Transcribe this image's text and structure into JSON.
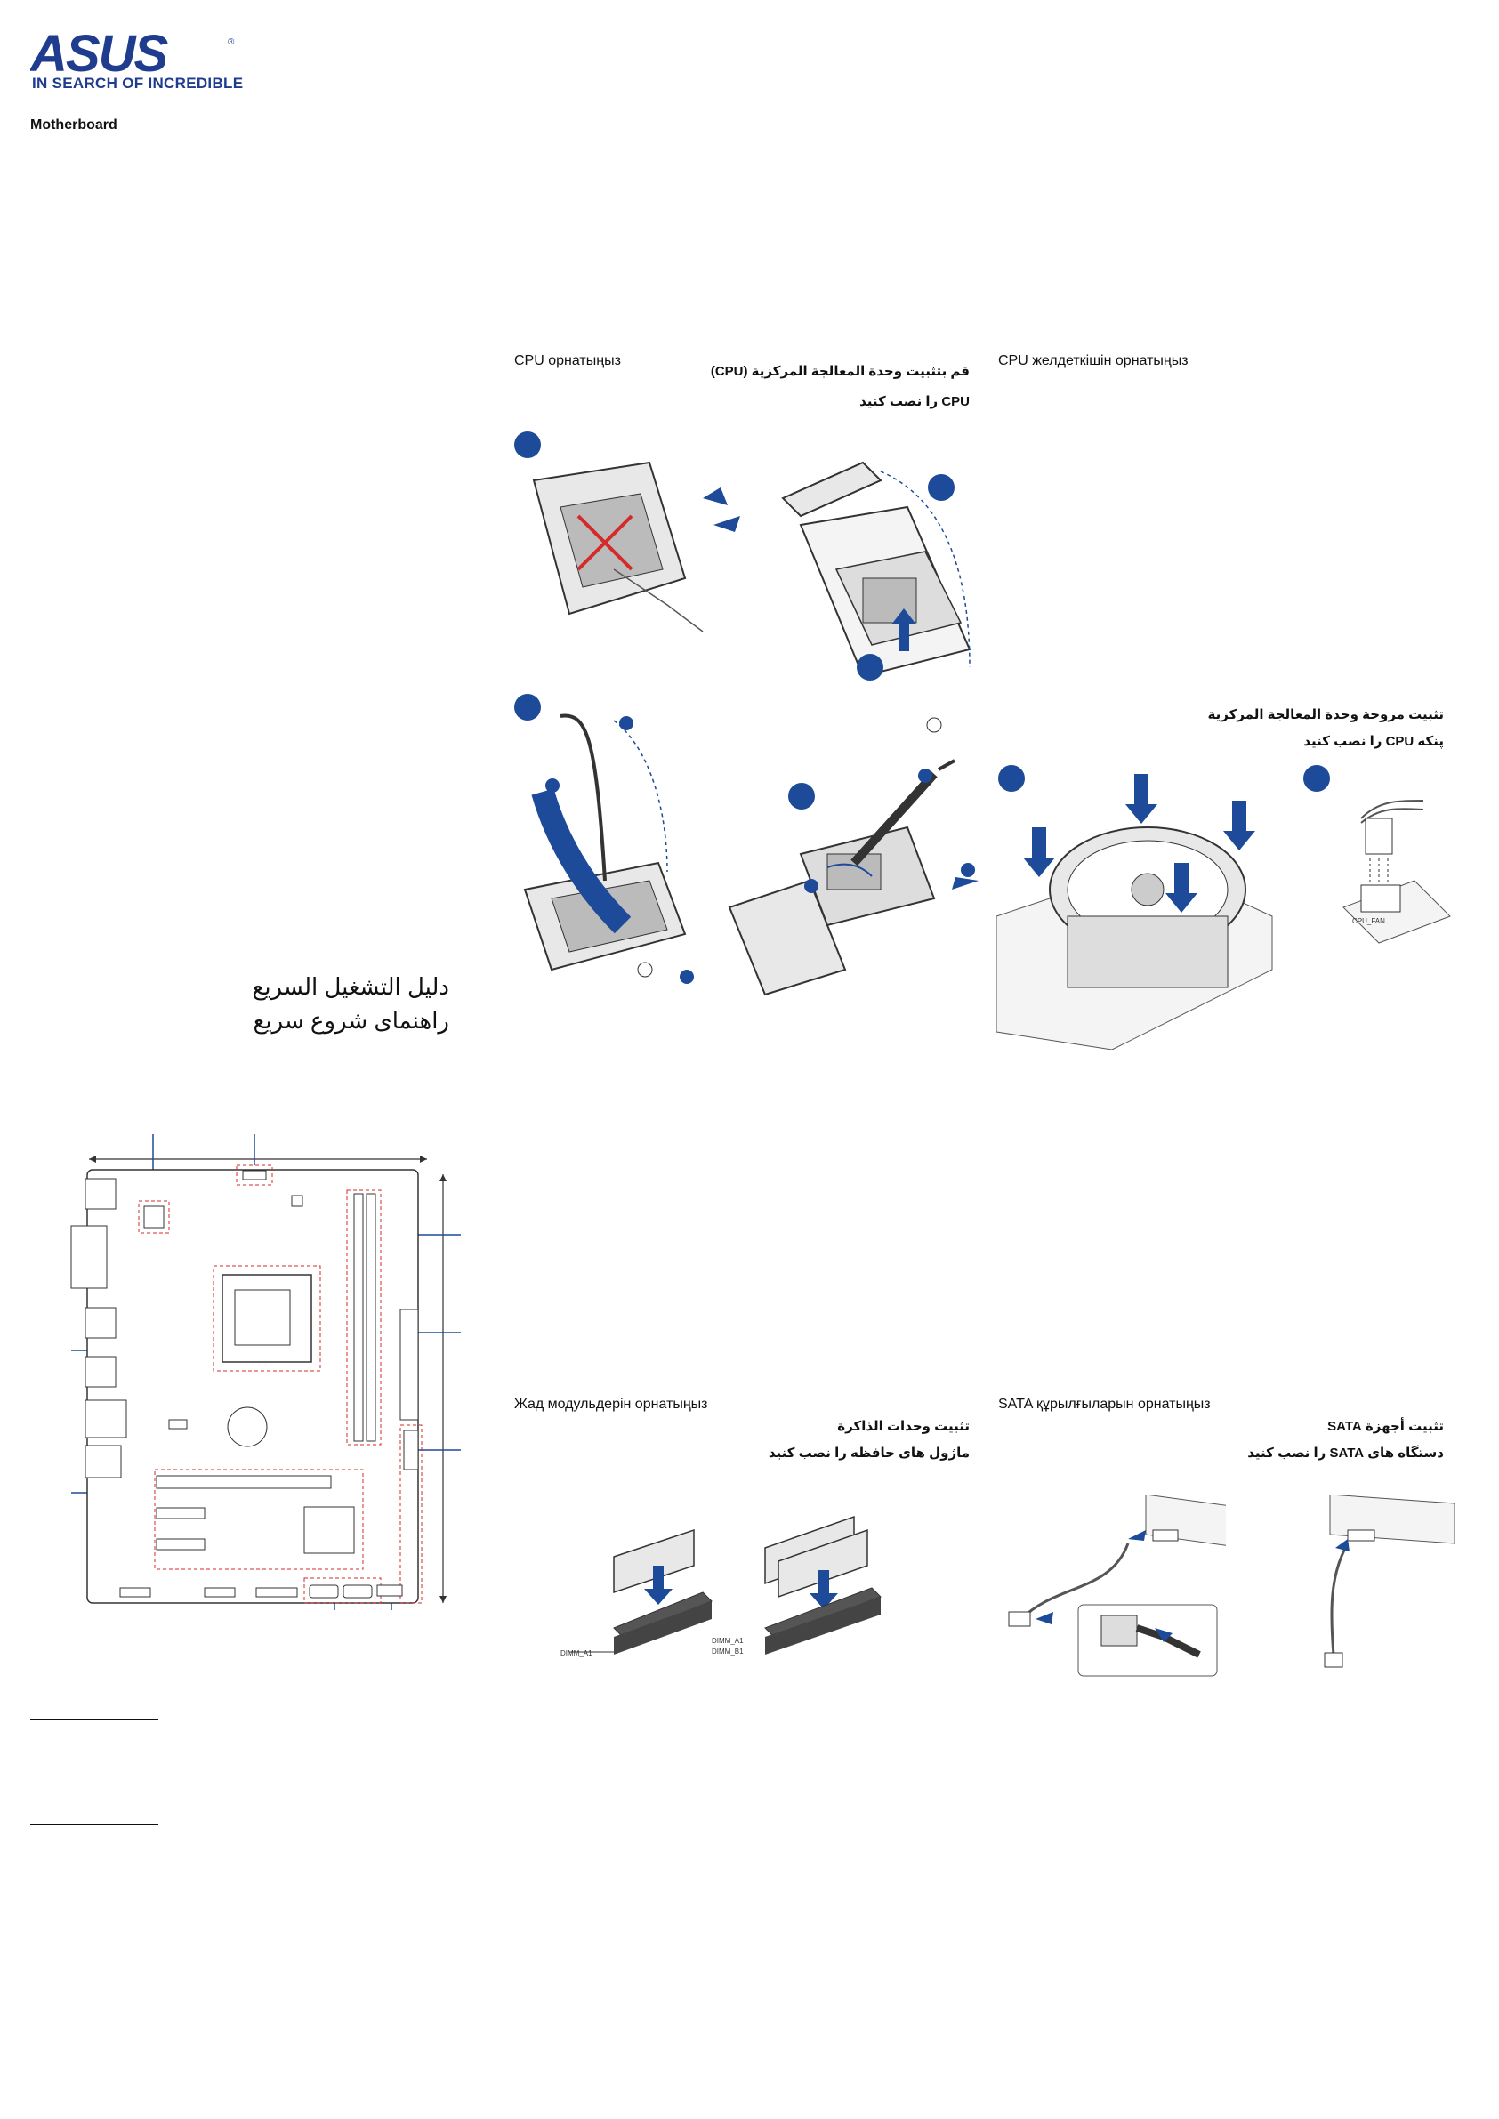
{
  "brand": {
    "logo_text": "ASUS",
    "registered_mark": "®",
    "tagline": "IN SEARCH OF INCREDIBLE",
    "product": "Motherboard"
  },
  "titles": {
    "arabic": "دليل التشغيل السريع",
    "persian": "راهنمای شروع سريع"
  },
  "sections": {
    "cpu": {
      "kz": "CPU орнатыңыз",
      "ar": "قم بتثبيت وحدة المعالجة المركزية (CPU)",
      "fa": "CPU را نصب کنيد"
    },
    "cooler": {
      "kz": "CPU желдеткішін орнатыңыз",
      "ar": "تثبيت مروحة وحدة المعالجة المركزية",
      "fa": "پنکه CPU را نصب کنيد"
    },
    "memory": {
      "kz": "Жад модульдерін орнатыңыз",
      "ar": "تثبيت وحدات الذاكرة",
      "fa": "ماژول های حافظه را نصب کنيد"
    },
    "sata": {
      "kz": "SATA құрылғыларын орнатыңыз",
      "ar": "تثبيت أجهزة SATA",
      "fa": "دستگاه های SATA را نصب کنيد"
    }
  },
  "labels": {
    "dimm_single": "DIMM_A1",
    "dimm_dual_a": "DIMM_A1",
    "dimm_dual_b": "DIMM_B1",
    "cpu_fan": "CPU_FAN"
  },
  "colors": {
    "accent_blue": "#1e4a9a",
    "highlight_red": "#d42a2a",
    "line_gray": "#555555"
  }
}
